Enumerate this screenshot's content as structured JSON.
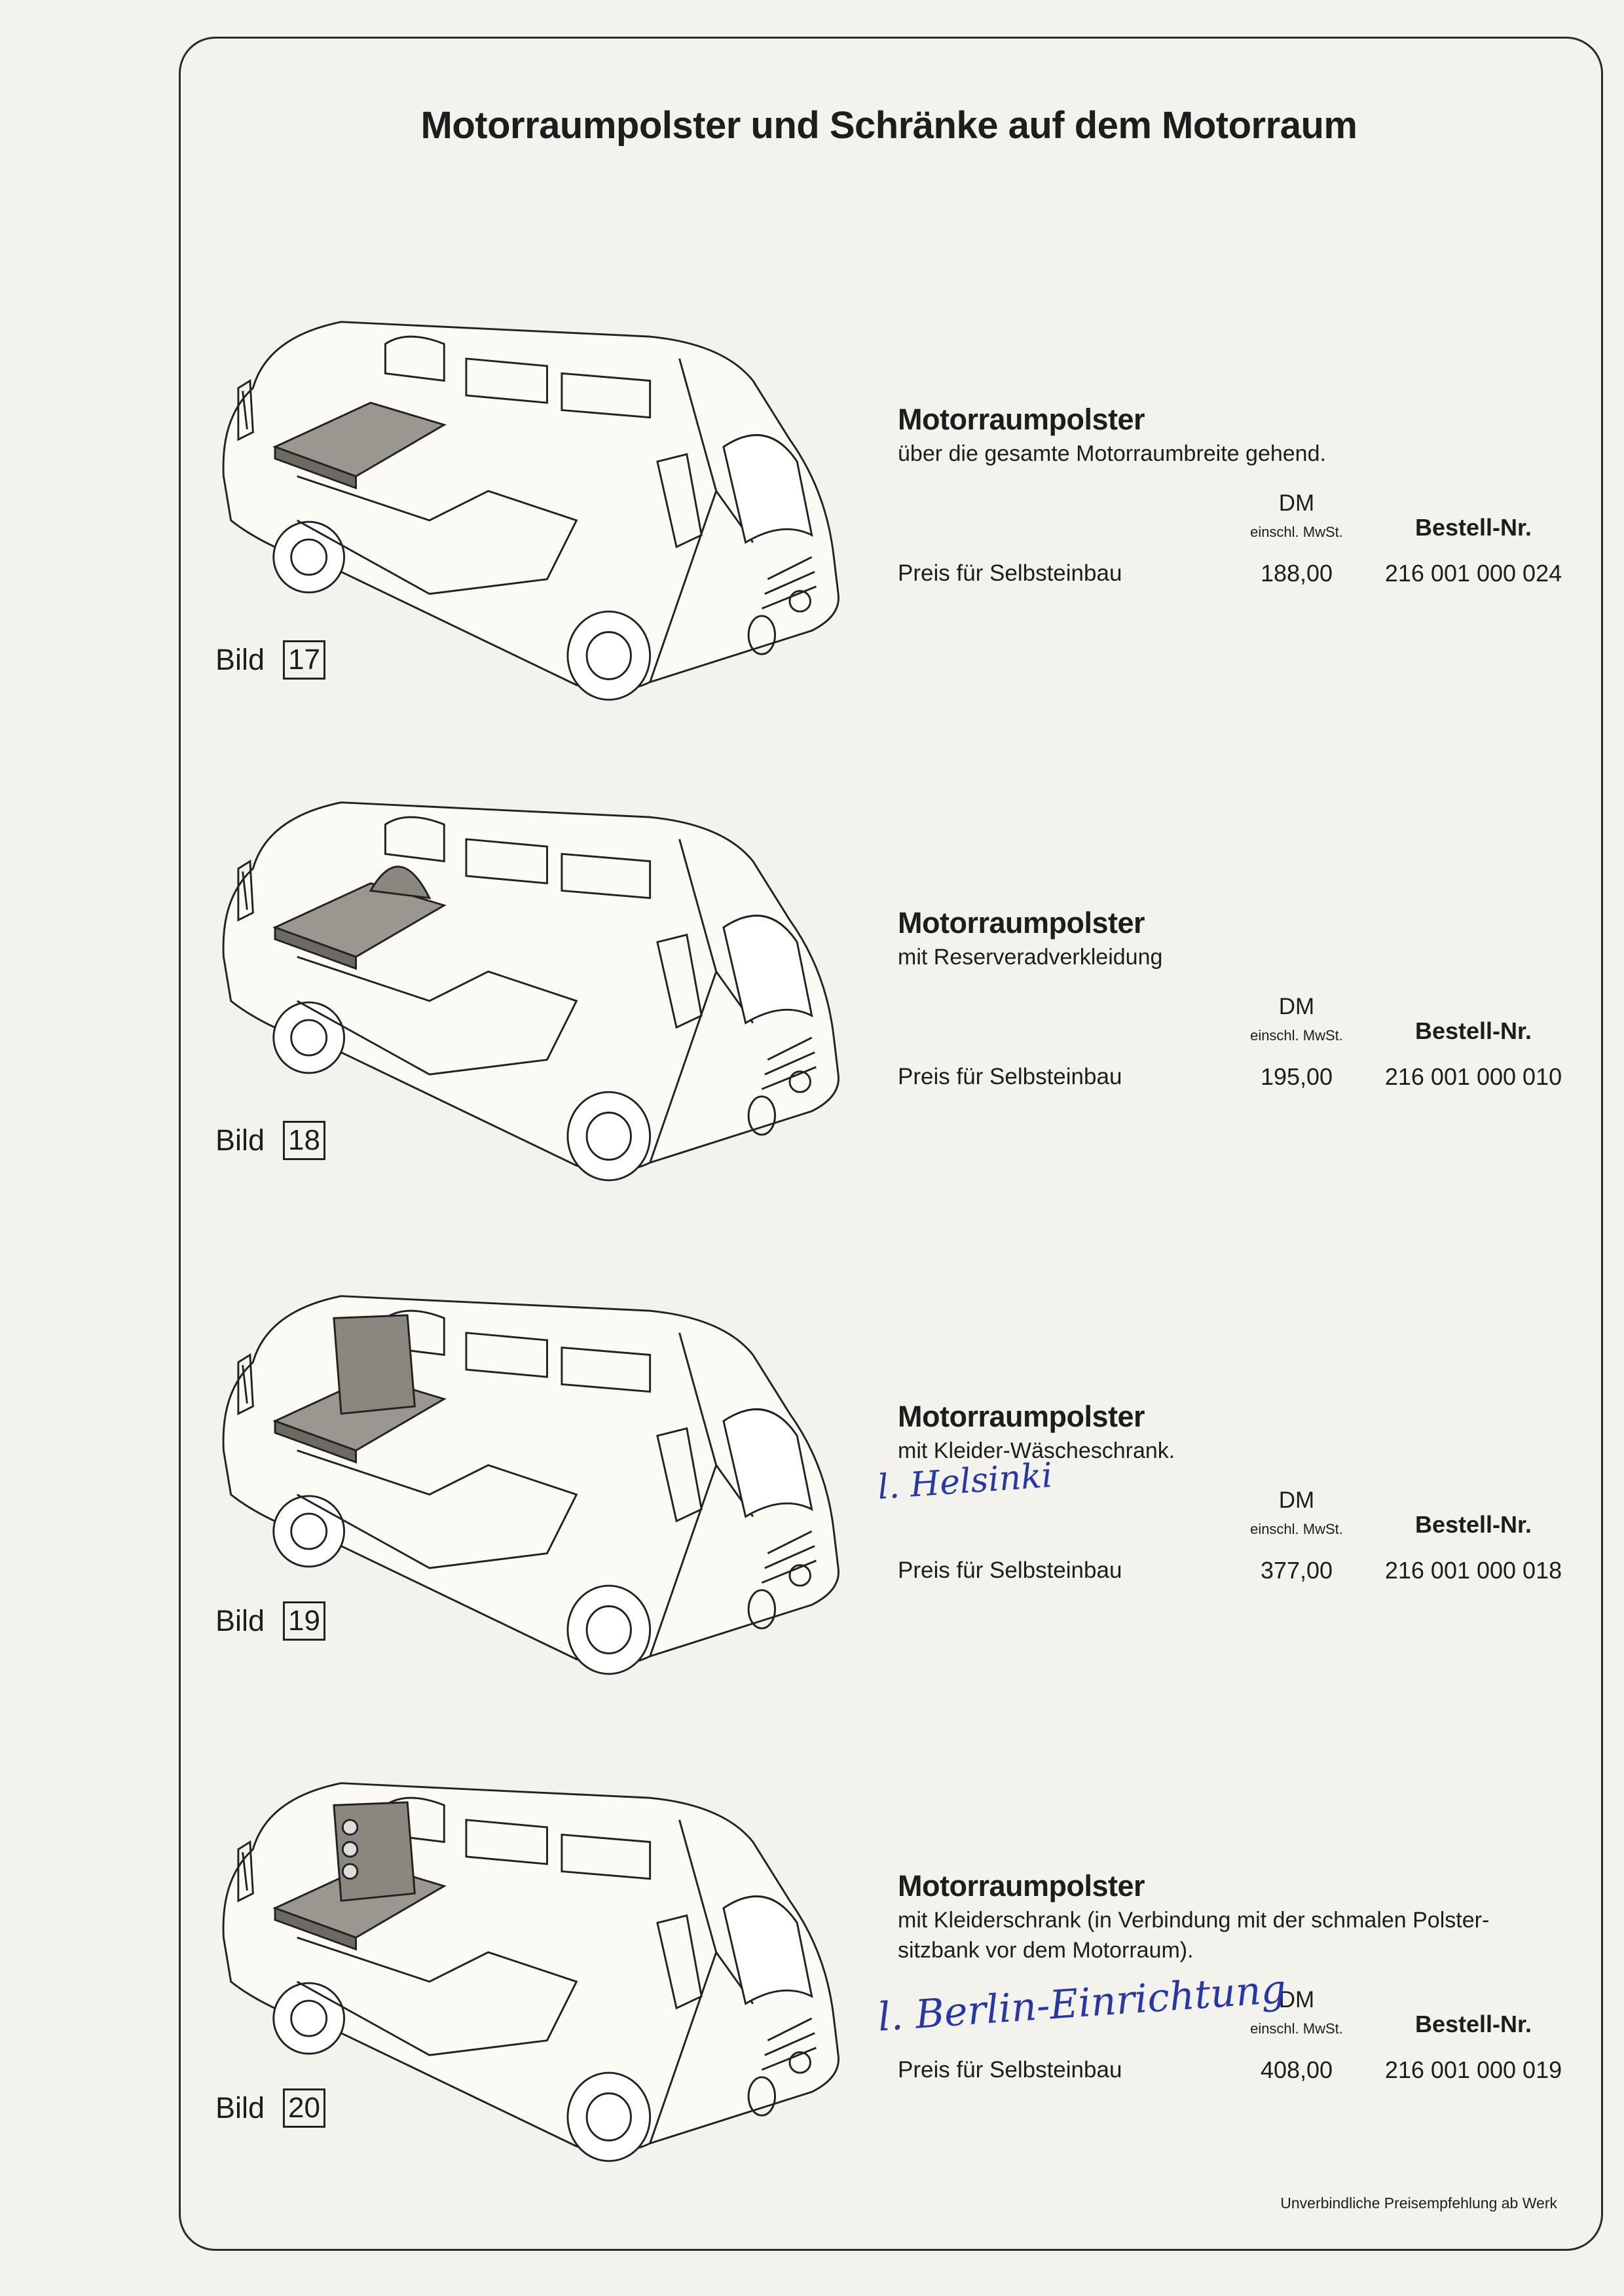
{
  "page_title": "Motorraumpolster und Schränke auf dem Motorraum",
  "labels": {
    "currency": "DM",
    "vat_note": "einschl. MwSt.",
    "order_no_header": "Bestell-Nr.",
    "price_label": "Preis für Selbsteinbau",
    "figure_prefix": "Bild"
  },
  "items": [
    {
      "figure": "17",
      "title": "Motorraumpolster",
      "description": "über die gesamte Motorraumbreite gehend.",
      "price": "188,00",
      "order_no": "216 001 000 024",
      "variant": "pad"
    },
    {
      "figure": "18",
      "title": "Motorraumpolster",
      "description": "mit Reserveradverkleidung",
      "price": "195,00",
      "order_no": "216 001 000 010",
      "variant": "wheel"
    },
    {
      "figure": "19",
      "title": "Motorraumpolster",
      "description": "mit Kleider-Wäscheschrank.",
      "price": "377,00",
      "order_no": "216 001 000 018",
      "variant": "cabinet",
      "handwritten_note": "l. Helsinki"
    },
    {
      "figure": "20",
      "title": "Motorraumpolster",
      "description": "mit Kleiderschrank (in Verbindung mit der schmalen Polster-sitzbank vor dem Motorraum).",
      "price": "408,00",
      "order_no": "216 001 000 019",
      "variant": "wardrobe",
      "handwritten_note": "l. Berlin-Einrichtung"
    }
  ],
  "footer": "Unverbindliche Preisempfehlung ab Werk"
}
